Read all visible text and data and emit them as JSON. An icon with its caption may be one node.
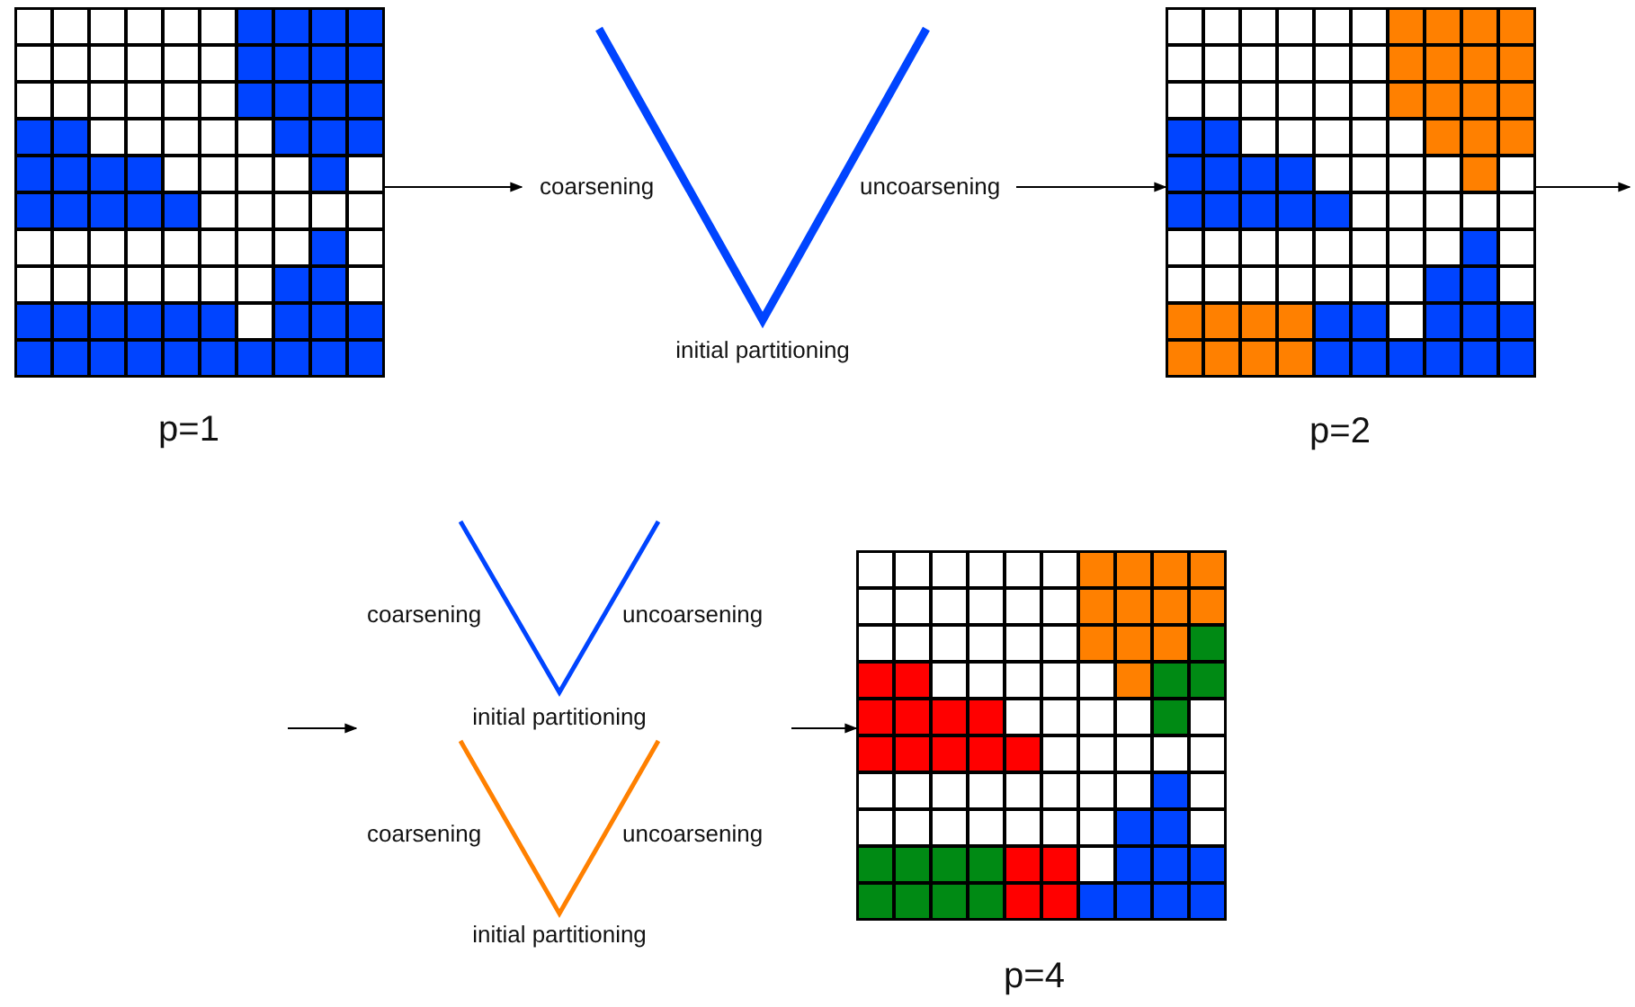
{
  "diagram": {
    "nodes": [
      {
        "text": [],
        "shape": "picture",
        "beside": [
          "p=1"
        ]
      },
      {
        "text": [
          "coarsening",
          "uncoarsening",
          "initial partitioning"
        ]
      },
      {
        "text": [],
        "shape": "picture",
        "beside": [
          "p=2"
        ]
      },
      {
        "text": [
          "coarsening",
          "uncoarsening",
          "initial partitioning"
        ]
      },
      {
        "text": [
          "coarsening",
          "uncoarsening",
          "initial partitioning"
        ]
      },
      {
        "text": [],
        "shape": "picture",
        "beside": [
          "p=4"
        ]
      }
    ],
    "edges": [
      {
        "from": 0,
        "to": 1,
        "arrow": "to"
      },
      {
        "from": 1,
        "to": 2,
        "arrow": "to"
      },
      {
        "from": 2,
        "to": null,
        "arrow": "to"
      },
      {
        "from": null,
        "to": 3,
        "arrow": "to"
      },
      {
        "from": 3,
        "to": 5,
        "arrow": "to"
      }
    ]
  }
}
